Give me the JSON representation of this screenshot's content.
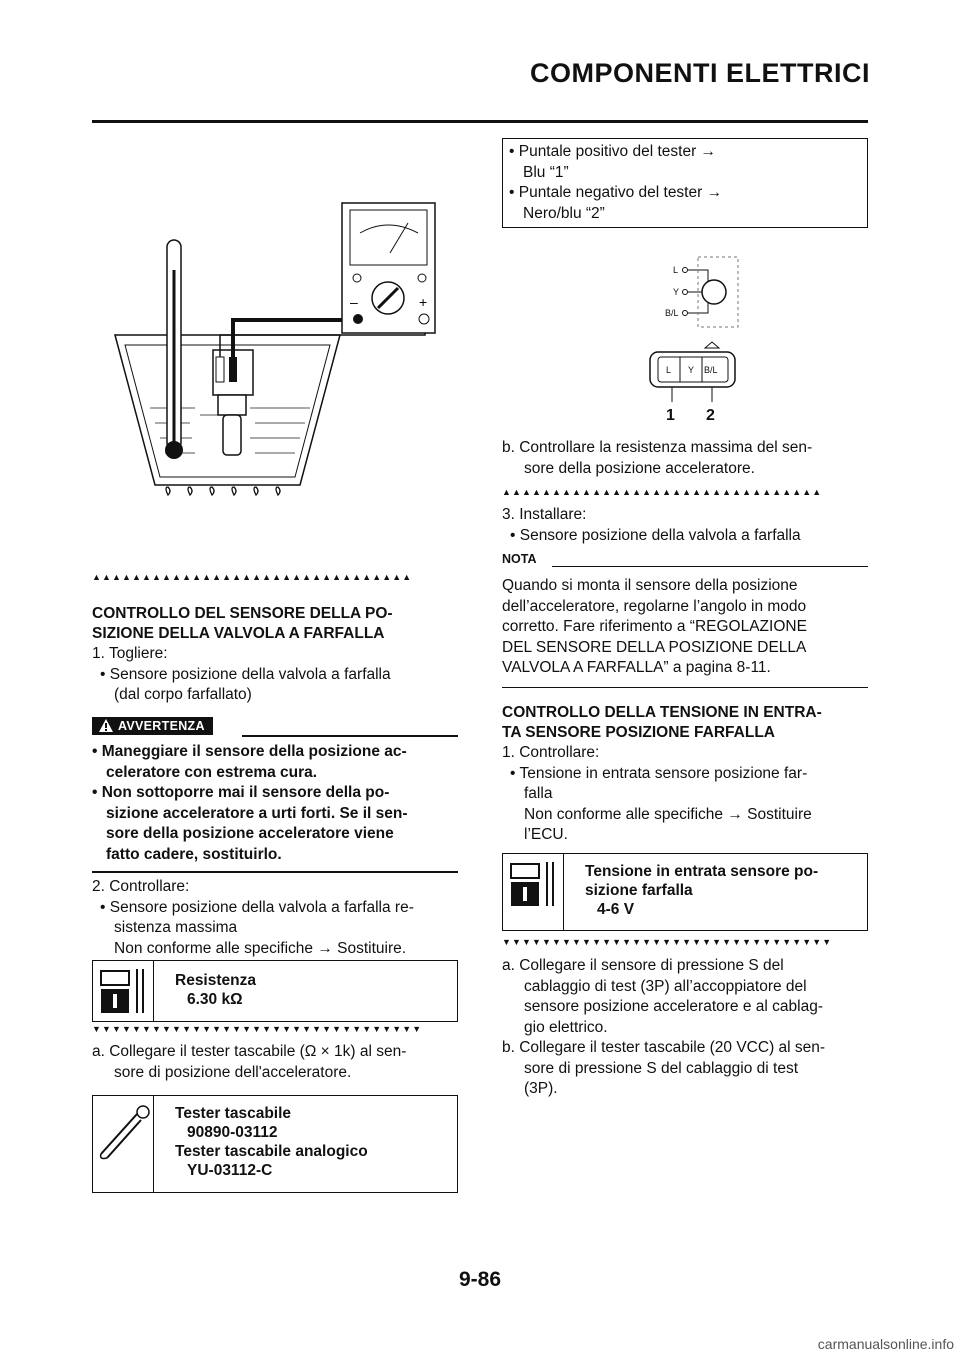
{
  "header": {
    "title": "COMPONENTI ELETTRICI"
  },
  "left": {
    "section1_title_l1": "CONTROLLO DEL SENSORE DELLA PO-",
    "section1_title_l2": "SIZIONE DELLA VALVOLA A FARFALLA",
    "step1": "1.  Togliere:",
    "step1_b1": "• Sensore posizione della valvola a farfalla",
    "step1_b1_l2": "(dal corpo farfallato)",
    "warning_label": "AVVERTENZA",
    "warn_b1_l1": "• Maneggiare il sensore della posizione ac-",
    "warn_b1_l2": "celeratore con estrema cura.",
    "warn_b2_l1": "• Non sottoporre mai il sensore della po-",
    "warn_b2_l2": "sizione acceleratore a urti forti. Se il sen-",
    "warn_b2_l3": "sore della posizione acceleratore viene",
    "warn_b2_l4": "fatto cadere, sostituirlo.",
    "step2": "2.  Controllare:",
    "step2_b1_l1": "• Sensore posizione della valvola a farfalla re-",
    "step2_b1_l2": "sistenza massima",
    "step2_b1_l3": "Non conforme alle specifiche → Sostituire.",
    "spec1_label": "Resistenza",
    "spec1_value": "6.30 kΩ",
    "step_a_l1": "a.  Collegare il tester tascabile (Ω × 1k) al sen-",
    "step_a_l2": "sore di posizione dell'acceleratore.",
    "tool_l1": "Tester tascabile",
    "tool_l2": "90890-03112",
    "tool_l3": "Tester tascabile analogico",
    "tool_l4": "YU-03112-C"
  },
  "right": {
    "probe_l1": "• Puntale positivo del tester →",
    "probe_l2": "Blu “1”",
    "probe_l3": "• Puntale negativo del tester →",
    "probe_l4": "Nero/blu “2”",
    "conn_L": "L",
    "conn_Y": "Y",
    "conn_BL": "B/L",
    "conn_num1": "1",
    "conn_num2": "2",
    "step_b_l1": "b.  Controllare la resistenza massima del sen-",
    "step_b_l2": "sore della posizione acceleratore.",
    "step3": "3.  Installare:",
    "step3_b1": "• Sensore posizione della valvola a farfalla",
    "nota_label": "NOTA",
    "nota_l1": "Quando si monta il sensore della posizione",
    "nota_l2": "dell’acceleratore, regolarne l’angolo in modo",
    "nota_l3": "corretto. Fare riferimento a “REGOLAZIONE",
    "nota_l4": "DEL SENSORE DELLA POSIZIONE DELLA",
    "nota_l5": "VALVOLA A FARFALLA” a pagina 8-11.",
    "section2_title_l1": "CONTROLLO DELLA TENSIONE IN ENTRA-",
    "section2_title_l2": "TA SENSORE POSIZIONE FARFALLA",
    "s2_step1": "1.  Controllare:",
    "s2_b1_l1": "• Tensione in entrata sensore posizione far-",
    "s2_b1_l2": "falla",
    "s2_b1_l3": "Non conforme alle specifiche → Sostituire",
    "s2_b1_l4": "l’ECU.",
    "spec2_l1": "Tensione in entrata sensore po-",
    "spec2_l2": "sizione farfalla",
    "spec2_value": "4-6 V",
    "s2_a_l1": "a.  Collegare il sensore di pressione S del",
    "s2_a_l2": "cablaggio di test (3P) all’accoppiatore del",
    "s2_a_l3": "sensore posizione acceleratore e al cablag-",
    "s2_a_l4": "gio elettrico.",
    "s2_b_l1": "b.  Collegare il tester tascabile (20 VCC) al sen-",
    "s2_b_l2": "sore di pressione S del cablaggio di test",
    "s2_b_l3": "(3P)."
  },
  "footer": {
    "page": "9-86",
    "watermark": "carmanualsonline.info"
  },
  "triangles_up": "▲▲▲▲▲▲▲▲▲▲▲▲▲▲▲▲▲▲▲▲▲▲▲▲▲▲▲▲▲▲▲▲",
  "triangles_down": "▼▼▼▼▼▼▼▼▼▼▼▼▼▼▼▼▼▼▼▼▼▼▼▼▼▼▼▼▼▼▼▼▼"
}
